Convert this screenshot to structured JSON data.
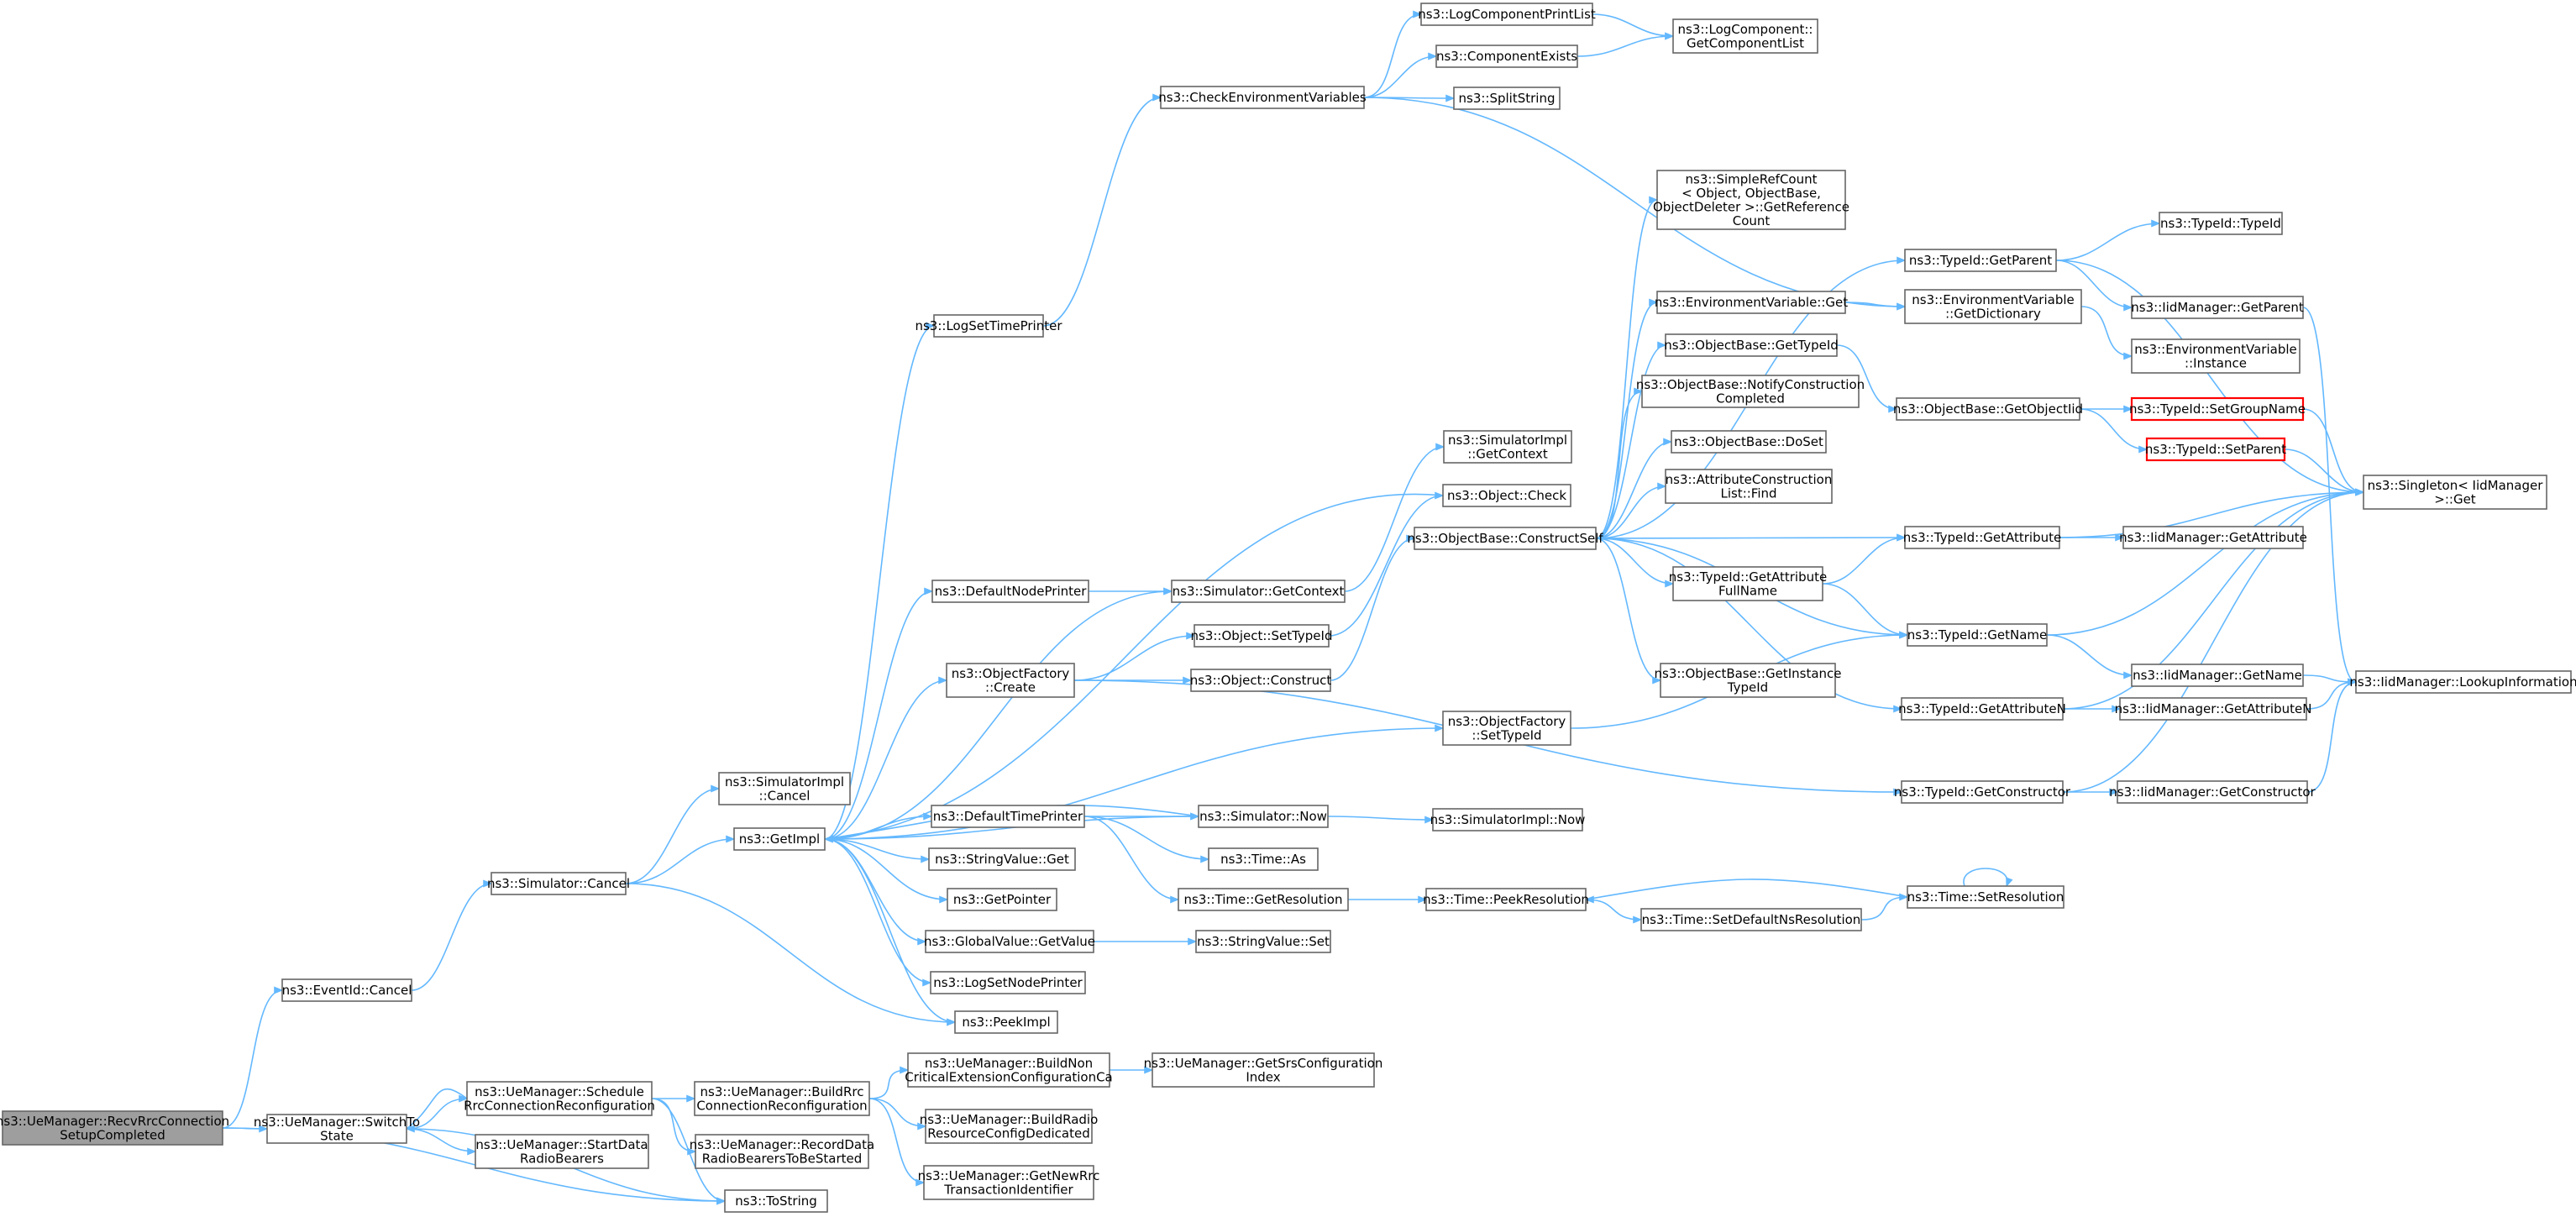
{
  "colors": {
    "edge": "#63b8ff",
    "node_border": "#666666",
    "root_fill": "#9e9e9e",
    "truncated_border": "#ff0000"
  },
  "nodes": [
    {
      "id": "recv",
      "lines": [
        "ns3::UeManager::RecvRrcConnection",
        "SetupCompleted"
      ],
      "root": true
    },
    {
      "id": "eventid_cancel",
      "lines": [
        "ns3::EventId::Cancel"
      ]
    },
    {
      "id": "switchto",
      "lines": [
        "ns3::UeManager::SwitchTo",
        "State"
      ]
    },
    {
      "id": "sim_cancel",
      "lines": [
        "ns3::Simulator::Cancel"
      ]
    },
    {
      "id": "simimpl_cancel",
      "lines": [
        "ns3::SimulatorImpl",
        "::Cancel"
      ]
    },
    {
      "id": "getimpl",
      "lines": [
        "ns3::GetImpl"
      ]
    },
    {
      "id": "logsettimeprinter",
      "lines": [
        "ns3::LogSetTimePrinter"
      ]
    },
    {
      "id": "checkenv",
      "lines": [
        "ns3::CheckEnvironmentVariables"
      ]
    },
    {
      "id": "logcompprintlist",
      "lines": [
        "ns3::LogComponentPrintList"
      ]
    },
    {
      "id": "compexists",
      "lines": [
        "ns3::ComponentExists"
      ]
    },
    {
      "id": "splitstring",
      "lines": [
        "ns3::SplitString"
      ]
    },
    {
      "id": "logcomp_getlist",
      "lines": [
        "ns3::LogComponent::",
        "GetComponentList"
      ]
    },
    {
      "id": "defaultnodeprinter",
      "lines": [
        "ns3::DefaultNodePrinter"
      ]
    },
    {
      "id": "sim_getcontext",
      "lines": [
        "ns3::Simulator::GetContext"
      ]
    },
    {
      "id": "simimpl_getcontext",
      "lines": [
        "ns3::SimulatorImpl",
        "::GetContext"
      ]
    },
    {
      "id": "objfactory_create",
      "lines": [
        "ns3::ObjectFactory",
        "::Create"
      ]
    },
    {
      "id": "obj_settypeid",
      "lines": [
        "ns3::Object::SetTypeId"
      ]
    },
    {
      "id": "obj_construct",
      "lines": [
        "ns3::Object::Construct"
      ]
    },
    {
      "id": "obj_check",
      "lines": [
        "ns3::Object::Check"
      ]
    },
    {
      "id": "constructself",
      "lines": [
        "ns3::ObjectBase::ConstructSelf"
      ]
    },
    {
      "id": "simplerefcount",
      "lines": [
        "ns3::SimpleRefCount",
        "< Object, ObjectBase,",
        "ObjectDeleter >::GetReference",
        "Count"
      ]
    },
    {
      "id": "envvar_get",
      "lines": [
        "ns3::EnvironmentVariable::Get"
      ]
    },
    {
      "id": "envvar_getdict",
      "lines": [
        "ns3::EnvironmentVariable",
        "::GetDictionary"
      ]
    },
    {
      "id": "envvar_instance",
      "lines": [
        "ns3::EnvironmentVariable",
        "::Instance"
      ]
    },
    {
      "id": "objbase_gettypeid",
      "lines": [
        "ns3::ObjectBase::GetTypeId"
      ]
    },
    {
      "id": "objbase_notify",
      "lines": [
        "ns3::ObjectBase::NotifyConstruction",
        "Completed"
      ]
    },
    {
      "id": "objbase_doset",
      "lines": [
        "ns3::ObjectBase::DoSet"
      ]
    },
    {
      "id": "attrconstr_find",
      "lines": [
        "ns3::AttributeConstruction",
        "List::Find"
      ]
    },
    {
      "id": "typeid_getattrfullname",
      "lines": [
        "ns3::TypeId::GetAttribute",
        "FullName"
      ]
    },
    {
      "id": "objbase_getinstance",
      "lines": [
        "ns3::ObjectBase::GetInstance",
        "TypeId"
      ]
    },
    {
      "id": "typeid_getparent",
      "lines": [
        "ns3::TypeId::GetParent"
      ]
    },
    {
      "id": "typeid_typeid",
      "lines": [
        "ns3::TypeId::TypeId"
      ]
    },
    {
      "id": "iid_getparent",
      "lines": [
        "ns3::IidManager::GetParent"
      ]
    },
    {
      "id": "objbase_getobjectiid",
      "lines": [
        "ns3::ObjectBase::GetObjectIid"
      ]
    },
    {
      "id": "typeid_setgroupname",
      "lines": [
        "ns3::TypeId::SetGroupName"
      ],
      "trunc": true
    },
    {
      "id": "typeid_setparent",
      "lines": [
        "ns3::TypeId::SetParent"
      ],
      "trunc": true
    },
    {
      "id": "singleton_get",
      "lines": [
        "ns3::Singleton< IidManager",
        ">::Get"
      ]
    },
    {
      "id": "typeid_getattribute",
      "lines": [
        "ns3::TypeId::GetAttribute"
      ]
    },
    {
      "id": "iid_getattribute",
      "lines": [
        "ns3::IidManager::GetAttribute"
      ]
    },
    {
      "id": "typeid_getname",
      "lines": [
        "ns3::TypeId::GetName"
      ]
    },
    {
      "id": "iid_getname",
      "lines": [
        "ns3::IidManager::GetName"
      ]
    },
    {
      "id": "iid_lookup",
      "lines": [
        "ns3::IidManager::LookupInformation"
      ]
    },
    {
      "id": "typeid_getattributen",
      "lines": [
        "ns3::TypeId::GetAttributeN"
      ]
    },
    {
      "id": "iid_getattributen",
      "lines": [
        "ns3::IidManager::GetAttributeN"
      ]
    },
    {
      "id": "objfactory_settypeid",
      "lines": [
        "ns3::ObjectFactory",
        "::SetTypeId"
      ]
    },
    {
      "id": "typeid_getconstructor",
      "lines": [
        "ns3::TypeId::GetConstructor"
      ]
    },
    {
      "id": "iid_getconstructor",
      "lines": [
        "ns3::IidManager::GetConstructor"
      ]
    },
    {
      "id": "defaulttimeprinter",
      "lines": [
        "ns3::DefaultTimePrinter"
      ]
    },
    {
      "id": "sim_now",
      "lines": [
        "ns3::Simulator::Now"
      ]
    },
    {
      "id": "simimpl_now",
      "lines": [
        "ns3::SimulatorImpl::Now"
      ]
    },
    {
      "id": "time_as",
      "lines": [
        "ns3::Time::As"
      ]
    },
    {
      "id": "time_getresolution",
      "lines": [
        "ns3::Time::GetResolution"
      ]
    },
    {
      "id": "time_peekresolution",
      "lines": [
        "ns3::Time::PeekResolution"
      ]
    },
    {
      "id": "time_setresolution",
      "lines": [
        "ns3::Time::SetResolution"
      ]
    },
    {
      "id": "time_setdefaultns",
      "lines": [
        "ns3::Time::SetDefaultNsResolution"
      ]
    },
    {
      "id": "stringvalue_get",
      "lines": [
        "ns3::StringValue::Get"
      ]
    },
    {
      "id": "getpointer",
      "lines": [
        "ns3::GetPointer"
      ]
    },
    {
      "id": "globalvalue_getvalue",
      "lines": [
        "ns3::GlobalValue::GetValue"
      ]
    },
    {
      "id": "stringvalue_set",
      "lines": [
        "ns3::StringValue::Set"
      ]
    },
    {
      "id": "logsetnodeprinter",
      "lines": [
        "ns3::LogSetNodePrinter"
      ]
    },
    {
      "id": "peekimpl",
      "lines": [
        "ns3::PeekImpl"
      ]
    },
    {
      "id": "schedulerrc",
      "lines": [
        "ns3::UeManager::Schedule",
        "RrcConnectionReconfiguration"
      ]
    },
    {
      "id": "startdatarb",
      "lines": [
        "ns3::UeManager::StartData",
        "RadioBearers"
      ]
    },
    {
      "id": "buildrrc",
      "lines": [
        "ns3::UeManager::BuildRrc",
        "ConnectionReconfiguration"
      ]
    },
    {
      "id": "recorddatarb",
      "lines": [
        "ns3::UeManager::RecordData",
        "RadioBearersToBeStarted"
      ]
    },
    {
      "id": "tostring",
      "lines": [
        "ns3::ToString"
      ]
    },
    {
      "id": "buildnoncritical",
      "lines": [
        "ns3::UeManager::BuildNon",
        "CriticalExtensionConfigurationCa"
      ]
    },
    {
      "id": "getsrsconfig",
      "lines": [
        "ns3::UeManager::GetSrsConfiguration",
        "Index"
      ]
    },
    {
      "id": "buildradioresource",
      "lines": [
        "ns3::UeManager::BuildRadio",
        "ResourceConfigDedicated"
      ]
    },
    {
      "id": "getnewrrc",
      "lines": [
        "ns3::UeManager::GetNewRrc",
        "TransactionIdentifier"
      ]
    }
  ],
  "edges": [
    [
      "recv",
      "eventid_cancel"
    ],
    [
      "recv",
      "switchto"
    ],
    [
      "recv",
      "tostring"
    ],
    [
      "eventid_cancel",
      "sim_cancel"
    ],
    [
      "sim_cancel",
      "simimpl_cancel"
    ],
    [
      "sim_cancel",
      "getimpl"
    ],
    [
      "sim_cancel",
      "peekimpl"
    ],
    [
      "switchto",
      "schedulerrc"
    ],
    [
      "switchto",
      "startdatarb"
    ],
    [
      "switchto",
      "tostring"
    ],
    [
      "schedulerrc",
      "switchto"
    ],
    [
      "schedulerrc",
      "buildrrc"
    ],
    [
      "schedulerrc",
      "recorddatarb"
    ],
    [
      "schedulerrc",
      "tostring"
    ],
    [
      "buildrrc",
      "buildnoncritical"
    ],
    [
      "buildrrc",
      "buildradioresource"
    ],
    [
      "buildrrc",
      "getnewrrc"
    ],
    [
      "buildnoncritical",
      "getsrsconfig"
    ],
    [
      "getimpl",
      "logsettimeprinter"
    ],
    [
      "getimpl",
      "defaultnodeprinter"
    ],
    [
      "getimpl",
      "sim_getcontext"
    ],
    [
      "getimpl",
      "objfactory_create"
    ],
    [
      "getimpl",
      "objfactory_settypeid"
    ],
    [
      "getimpl",
      "sim_now"
    ],
    [
      "getimpl",
      "defaulttimeprinter"
    ],
    [
      "getimpl",
      "stringvalue_get"
    ],
    [
      "getimpl",
      "getpointer"
    ],
    [
      "getimpl",
      "globalvalue_getvalue"
    ],
    [
      "getimpl",
      "logsetnodeprinter"
    ],
    [
      "getimpl",
      "peekimpl"
    ],
    [
      "logsettimeprinter",
      "checkenv"
    ],
    [
      "checkenv",
      "logcompprintlist"
    ],
    [
      "checkenv",
      "compexists"
    ],
    [
      "checkenv",
      "splitstring"
    ],
    [
      "checkenv",
      "envvar_getdict"
    ],
    [
      "logcompprintlist",
      "logcomp_getlist"
    ],
    [
      "compexists",
      "logcomp_getlist"
    ],
    [
      "defaultnodeprinter",
      "sim_getcontext"
    ],
    [
      "sim_getcontext",
      "simimpl_getcontext"
    ],
    [
      "objfactory_create",
      "obj_settypeid"
    ],
    [
      "objfactory_create",
      "obj_construct"
    ],
    [
      "objfactory_create",
      "typeid_getconstructor"
    ],
    [
      "obj_settypeid",
      "obj_check"
    ],
    [
      "obj_construct",
      "constructself"
    ],
    [
      "obj_check",
      "getimpl"
    ],
    [
      "constructself",
      "simplerefcount"
    ],
    [
      "constructself",
      "typeid_getparent"
    ],
    [
      "constructself",
      "envvar_get"
    ],
    [
      "constructself",
      "objbase_gettypeid"
    ],
    [
      "constructself",
      "objbase_notify"
    ],
    [
      "constructself",
      "objbase_doset"
    ],
    [
      "constructself",
      "attrconstr_find"
    ],
    [
      "constructself",
      "typeid_getattribute"
    ],
    [
      "constructself",
      "typeid_getattrfullname"
    ],
    [
      "constructself",
      "typeid_getname"
    ],
    [
      "constructself",
      "objbase_getinstance"
    ],
    [
      "constructself",
      "typeid_getattributen"
    ],
    [
      "envvar_get",
      "envvar_getdict"
    ],
    [
      "envvar_getdict",
      "envvar_instance"
    ],
    [
      "objbase_gettypeid",
      "objbase_getobjectiid"
    ],
    [
      "objbase_getobjectiid",
      "typeid_setgroupname"
    ],
    [
      "objbase_getobjectiid",
      "typeid_setparent"
    ],
    [
      "typeid_setgroupname",
      "singleton_get"
    ],
    [
      "typeid_setparent",
      "singleton_get"
    ],
    [
      "typeid_getparent",
      "typeid_typeid"
    ],
    [
      "typeid_getparent",
      "iid_getparent"
    ],
    [
      "typeid_getparent",
      "singleton_get"
    ],
    [
      "iid_getparent",
      "iid_lookup"
    ],
    [
      "typeid_getattrfullname",
      "typeid_getattribute"
    ],
    [
      "typeid_getattrfullname",
      "typeid_getname"
    ],
    [
      "typeid_getattribute",
      "singleton_get"
    ],
    [
      "typeid_getattribute",
      "iid_getattribute"
    ],
    [
      "typeid_getname",
      "singleton_get"
    ],
    [
      "typeid_getname",
      "iid_getname"
    ],
    [
      "iid_getname",
      "iid_lookup"
    ],
    [
      "typeid_getattributen",
      "singleton_get"
    ],
    [
      "typeid_getattributen",
      "iid_getattributen"
    ],
    [
      "iid_getattributen",
      "iid_lookup"
    ],
    [
      "objfactory_settypeid",
      "typeid_getname"
    ],
    [
      "typeid_getconstructor",
      "singleton_get"
    ],
    [
      "typeid_getconstructor",
      "iid_getconstructor"
    ],
    [
      "iid_getconstructor",
      "iid_lookup"
    ],
    [
      "defaulttimeprinter",
      "sim_now"
    ],
    [
      "defaulttimeprinter",
      "time_as"
    ],
    [
      "defaulttimeprinter",
      "time_getresolution"
    ],
    [
      "sim_now",
      "simimpl_now"
    ],
    [
      "sim_now",
      "getimpl"
    ],
    [
      "time_getresolution",
      "time_peekresolution"
    ],
    [
      "time_peekresolution",
      "time_setdefaultns"
    ],
    [
      "time_setdefaultns",
      "time_setresolution"
    ],
    [
      "time_setresolution",
      "time_peekresolution"
    ],
    [
      "time_setresolution",
      "time_setresolution"
    ],
    [
      "globalvalue_getvalue",
      "stringvalue_set"
    ]
  ]
}
